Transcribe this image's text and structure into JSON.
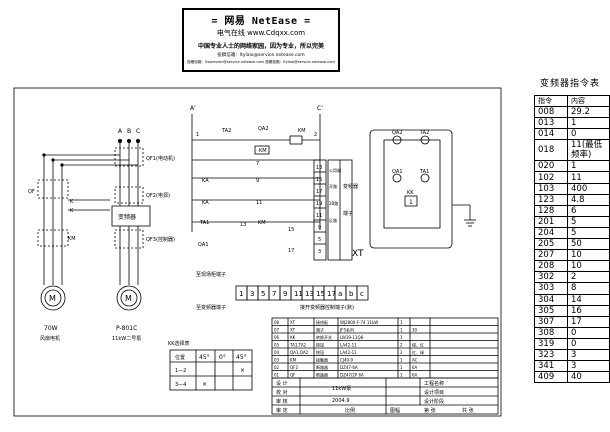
{
  "banner": {
    "line1": "= 网易 NetEase =",
    "line2": "电气在线    www.Cdqxx.com",
    "line3": "中国专业人士的网络家园，因为专业，所以完美",
    "line4": "投稿信箱：ltylaio@service.netease.com",
    "line5": "投稿信箱：0sqmuder@service.netease.com  投稿信箱：ltylaio@service.netease.com"
  },
  "schematic": {
    "phase_labels": [
      "A",
      "B",
      "C"
    ],
    "ctrl_terminals": {
      "a": "A'",
      "c": "C'",
      "num1": "1",
      "num2": "2"
    },
    "ctrl_elements": {
      "ta2": "TA2",
      "qa2": "QA2",
      "km_top": "KM",
      "km_coil": "KM",
      "ka1": "KA",
      "ka2": "KA",
      "ta1": "TA1",
      "qa1": "QA1",
      "km_aux": "KM"
    },
    "wire_numbers": [
      "3",
      "5",
      "7",
      "9",
      "11",
      "13",
      "15",
      "17"
    ],
    "right_terminals": [
      "13",
      "15",
      "17",
      "19",
      "11",
      "9",
      "5",
      "3",
      "2"
    ],
    "right_box": {
      "c1": "公用端",
      "c2": "开路",
      "c3": "2B路",
      "c4": "反路",
      "v1": "变频器",
      "v2": "端子"
    },
    "breakers": {
      "qf1": "QF1(电动机)",
      "qf2": "QF2(电源)",
      "qf3": "QF3(控制器)",
      "qf": "QF",
      "km": "KM",
      "k1": "K",
      "k2": "K"
    },
    "vfd_label": "变频器",
    "motor_left": {
      "kw": "70W",
      "name": "风扇电机"
    },
    "motor_right": {
      "model": "P-801C",
      "desc": "11kW二号泵"
    },
    "panel": {
      "qa2": "QA2",
      "ta2": "TA2",
      "qa1": "QA1",
      "ta1": "TA1",
      "kk": "KK",
      "kk_val": "1"
    },
    "xt": {
      "label": "XT",
      "left_caption": "至现场柜端子",
      "bottom_caption": "至变频器端子",
      "bottom_right": "接开变频器控制端子(默)",
      "cells": [
        "1",
        "3",
        "5",
        "7",
        "9",
        "11",
        "13",
        "15",
        "17",
        "a",
        "b",
        "c"
      ]
    },
    "switch_table": {
      "title": "KK选择表",
      "header": [
        "位置",
        "45°",
        "0°",
        "45°"
      ],
      "rows": [
        [
          "1—2",
          "",
          "",
          "×"
        ],
        [
          "3—4",
          "×",
          "",
          ""
        ]
      ]
    },
    "parts": [
      [
        "08",
        "XT",
        "接线板",
        "WJ2800-F-74  11kW",
        "1",
        ""
      ],
      [
        "07",
        "XT",
        "端子",
        "JF5系列",
        "1",
        "30"
      ],
      [
        "06",
        "KK",
        "转换开关",
        "LW39-11Q8",
        "1",
        ""
      ],
      [
        "05",
        "TA1,TA2",
        "按钮",
        "LA42-11",
        "2",
        "绿、红"
      ],
      [
        "04",
        "QA1,QA2",
        "按钮",
        "LA42-11",
        "2",
        "红、绿"
      ],
      [
        "03",
        "KM",
        "接触器",
        "CJ40-9",
        "1",
        "AC"
      ],
      [
        "02",
        "QF2",
        "断路器",
        "DZ47-6A",
        "1",
        "6A"
      ],
      [
        "01",
        "QF",
        "断路器",
        "DZ47/2P 6A",
        "1",
        "6A"
      ]
    ],
    "title_block": {
      "design": "设 计",
      "check": "校 对",
      "review": "审 核",
      "approve": "审 定",
      "name": "11kW泵",
      "date": "2004.9",
      "eng_name": "工程名称",
      "design_item": "设计项目",
      "design_stage": "设计阶段",
      "scale": "比例",
      "drawing_no": "图幅",
      "sheet": "第 张",
      "total": "共 张"
    }
  },
  "param_table": {
    "title": "变频器指令表",
    "header": [
      "指令",
      "内容"
    ],
    "rows": [
      [
        "008",
        "29.2"
      ],
      [
        "013",
        "1"
      ],
      [
        "014",
        "0"
      ],
      [
        "018",
        "11(最低频率)"
      ],
      [
        "020",
        "1"
      ],
      [
        "102",
        "11"
      ],
      [
        "103",
        "400"
      ],
      [
        "123",
        "4.8"
      ],
      [
        "128",
        "6"
      ],
      [
        "201",
        "5"
      ],
      [
        "204",
        "5"
      ],
      [
        "205",
        "50"
      ],
      [
        "207",
        "10"
      ],
      [
        "208",
        "10"
      ],
      [
        "302",
        "2"
      ],
      [
        "303",
        "8"
      ],
      [
        "304",
        "14"
      ],
      [
        "305",
        "16"
      ],
      [
        "307",
        "17"
      ],
      [
        "308",
        "0"
      ],
      [
        "319",
        "0"
      ],
      [
        "323",
        "3"
      ],
      [
        "341",
        "3"
      ],
      [
        "409",
        "40"
      ]
    ]
  }
}
